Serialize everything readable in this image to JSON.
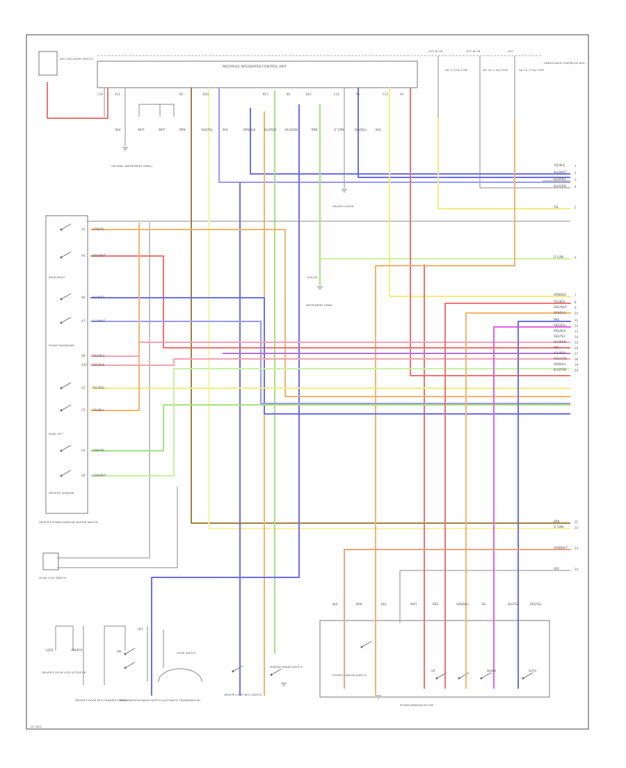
{
  "diagram": {
    "header": {
      "tag1": "HOT IN ON",
      "tag2": "HOT IN ON",
      "tag3": "HOT"
    },
    "ecu_title": "MULTIPLEX INTEGRATED CONTROL UNIT",
    "footer_code": "GT 2002",
    "components": {
      "top_left": "KEY LESS ENTRY SWITCH",
      "top_right": "UNDER-DASH FUSE/RELAY BOX",
      "ground1": "GROUND (INSTRUMENT PANEL)",
      "ground2": "DRIVER'S DOOR",
      "ground3": "INSTRUMENT PANEL",
      "switch_group": "DRIVER'S POWER WINDOW MASTER SWITCH",
      "switch_rear": "REAR RIGHT",
      "switch_front": "FRONT PASSENGER",
      "switch_left": "REAR LEFT",
      "switch_driver": "DRIVER'S WINDOW",
      "door_lock_sw": "DOOR LOCK SWITCH",
      "door_lock_actuator": "DRIVER'S DOOR LOCK ACTUATOR",
      "key_cylinder": "DRIVER'S DOOR KEY CYLINDER SWITCH",
      "transmission": "TRANSMISSION RANGE SWITCH (AUTOMATIC TRANSMISSION)",
      "seat_belt": "DRIVER'S SEAT BELT SWITCH",
      "parking_brake": "PARKING BRAKE SWITCH",
      "door_switch": "DOOR SWITCH",
      "power_window": "POWER WINDOW MOTOR",
      "driver_pw": "POWER WINDOW SWITCH"
    },
    "right_wires": [
      {
        "color": "YEL/BLK",
        "id": "1"
      },
      {
        "color": "BLU/WHT",
        "id": "2"
      },
      {
        "color": "BLU/RED",
        "id": "3"
      },
      {
        "color": "BLK/GRN",
        "id": "4"
      },
      {
        "color": "YEL",
        "id": "5"
      },
      {
        "color": "LT GRN",
        "id": "6"
      },
      {
        "color": "GRN/BLK",
        "id": "7"
      },
      {
        "color": "YEL/BLK",
        "id": "8"
      },
      {
        "color": "RED/WHT",
        "id": "9"
      },
      {
        "color": "BRN/BLU",
        "id": "10"
      },
      {
        "color": "PNK",
        "id": "11"
      },
      {
        "color": "RED/BLU",
        "id": "12"
      },
      {
        "color": "RED/BLK",
        "id": "13"
      },
      {
        "color": "RED/YEL",
        "id": "14"
      },
      {
        "color": "BLU/BRN",
        "id": "15"
      },
      {
        "color": "PNK",
        "id": "16"
      },
      {
        "color": "YEL/RED",
        "id": "17"
      },
      {
        "color": "RED/GRN",
        "id": "18"
      },
      {
        "color": "ORN/BLU",
        "id": "19"
      },
      {
        "color": "BLU/ORN",
        "id": "20"
      },
      {
        "color": "BRN",
        "id": "21"
      },
      {
        "color": "LT GRN",
        "id": "22"
      },
      {
        "color": "ORN/WHT",
        "id": "23"
      },
      {
        "color": "GRY",
        "id": "24"
      }
    ],
    "left_wires": [
      {
        "pin": "A3",
        "color": "ORN/YEL"
      },
      {
        "pin": "A4",
        "color": "RED/WHT"
      },
      {
        "pin": "A6",
        "color": "BLU/RED"
      },
      {
        "pin": "A7",
        "color": "BLU/WHT"
      },
      {
        "pin": "A9",
        "color": "RED/BLU"
      },
      {
        "pin": "A10",
        "color": "RED/BLK"
      },
      {
        "pin": "C2",
        "color": "YEL/RED"
      },
      {
        "pin": "C5",
        "color": "YEL/BLU"
      },
      {
        "pin": "C6",
        "color": "GRN/YEL"
      },
      {
        "pin": "C8",
        "color": "GRN/WHT"
      }
    ],
    "top_pins": [
      "C16",
      "A11",
      "B5",
      "B10",
      "B17",
      "B2",
      "B12",
      "C11",
      "A1",
      "C13",
      "A3"
    ],
    "top_wire_colors": [
      "BLK",
      "WHT",
      "WHT",
      "BRN",
      "BLK/YEL",
      "BLK",
      "BRN/BLK",
      "BLU/RED",
      "BLU/GRN",
      "BRN",
      "LT GRN",
      "BLK/BLU",
      "BLK"
    ],
    "fuses": [
      "No. 3 (10A) FUSE",
      "No. 24 (7.5A) FUSE",
      "No. 19 (7.5A) FUSE"
    ],
    "bottom_pins": [
      "BLK",
      "BRN",
      "BLU",
      "WHT",
      "RED",
      "GRN/BLU",
      "YEL",
      "BLU/YEL",
      "RED/YEL"
    ],
    "bottom_small": [
      "LOCK",
      "UNLOCK",
      "ON",
      "OFF",
      "UP",
      "DOWN",
      "AUTO"
    ]
  }
}
